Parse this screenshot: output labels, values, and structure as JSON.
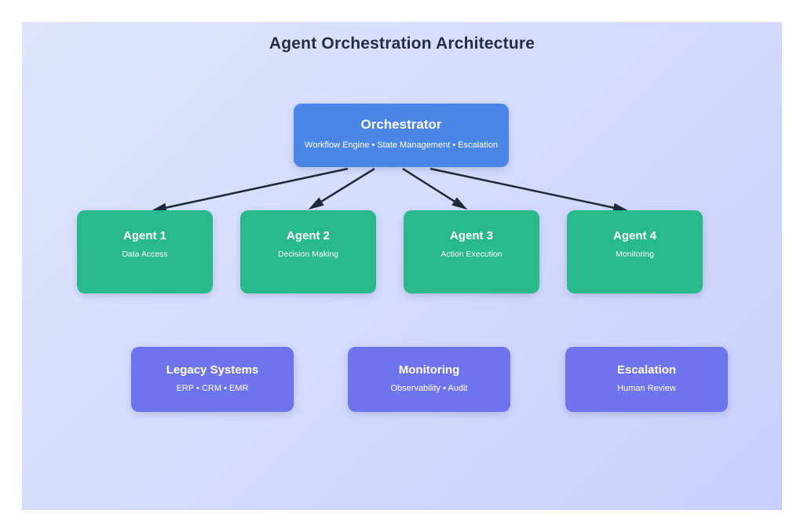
{
  "title": "Agent Orchestration Architecture",
  "orchestrator": {
    "title": "Orchestrator",
    "subtitle": "Workflow Engine • State Management • Escalation"
  },
  "agents": [
    {
      "title": "Agent 1",
      "subtitle": "Data Access"
    },
    {
      "title": "Agent 2",
      "subtitle": "Decision Making"
    },
    {
      "title": "Agent 3",
      "subtitle": "Action Execution"
    },
    {
      "title": "Agent 4",
      "subtitle": "Monitoring"
    }
  ],
  "systems": [
    {
      "title": "Legacy Systems",
      "subtitle": "ERP • CRM • EMR"
    },
    {
      "title": "Monitoring",
      "subtitle": "Observability • Audit"
    },
    {
      "title": "Escalation",
      "subtitle": "Human Review"
    }
  ],
  "colors": {
    "canvas_bg_start": "#e0e5fd",
    "canvas_bg_end": "#c8d1fb",
    "orchestrator_box": "#4a86e8",
    "agent_box": "#29ba8c",
    "system_box": "#6e73ee",
    "title_text": "#232e44",
    "arrow": "#1e2a38",
    "box_text": "#ffffff"
  }
}
